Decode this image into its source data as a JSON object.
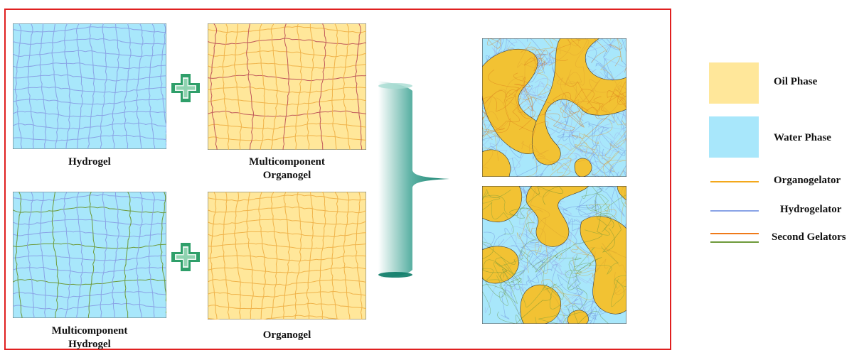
{
  "panels": {
    "hydrogel": "Hydrogel",
    "multi_organogel": "Multicomponent\nOrganogel",
    "multi_hydrogel": "Multicomponent\nHydrogel",
    "organogel": "Organogel"
  },
  "legend": {
    "oil": "Oil Phase",
    "water": "Water Phase",
    "organogelator": "Organogelator",
    "hydrogelator": "Hydrogelator",
    "second": "Second Gelators"
  },
  "colors": {
    "oil": "#ffe79a",
    "water": "#a8e7fb",
    "organogelator": "#f3a81b",
    "hydrogelator": "#8aa3e6",
    "second_orange": "#ef7a1a",
    "second_green": "#6e9a3a",
    "plus": "#2f9f6a",
    "frame": "#e02020"
  },
  "icons": [
    "plus-icon",
    "brace-arrow-icon"
  ]
}
